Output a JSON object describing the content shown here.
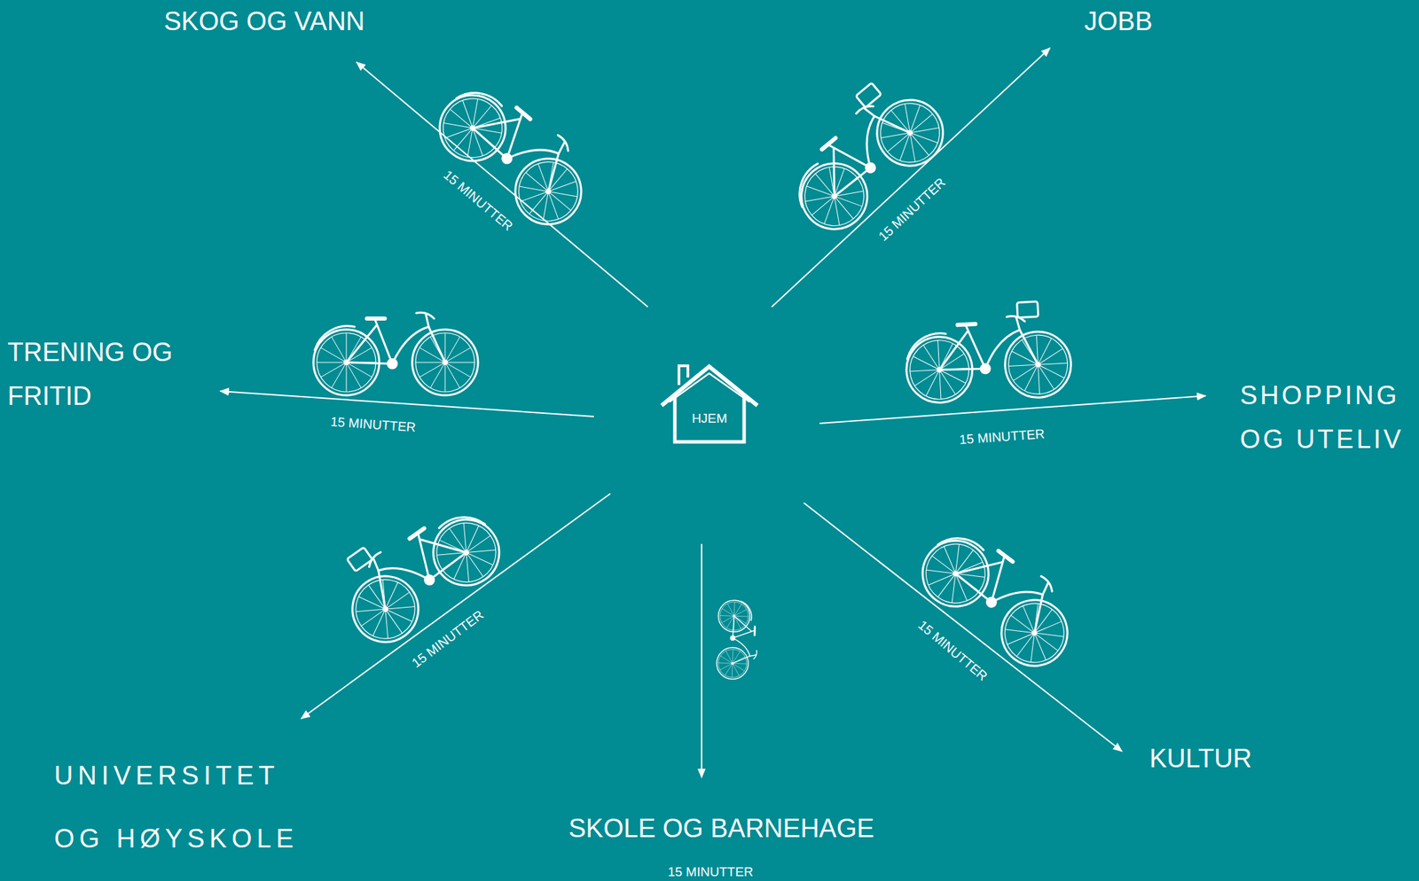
{
  "diagram": {
    "nodes": [
      {
        "text": [
          "SKOG OG VANN"
        ]
      },
      {
        "text": [
          "JOBB"
        ]
      },
      {
        "text": [
          "TRENING OG FRITID"
        ]
      },
      {
        "text": [
          "HJEM"
        ]
      },
      {
        "text": [
          "SHOPPING OG UTELIV"
        ]
      },
      {
        "text": [
          "UNIVERSITET OG HØYSKOLE"
        ]
      },
      {
        "text": [
          "KULTUR"
        ]
      },
      {
        "text": [
          "SKOLE OG BARNEHAGE"
        ]
      }
    ],
    "edges": [
      {
        "from": 3,
        "to": 0,
        "label": "15 MINUTTER",
        "arrow": "to"
      },
      {
        "from": 3,
        "to": 1,
        "label": "15 MINUTTER",
        "arrow": "to"
      },
      {
        "from": 3,
        "to": 2,
        "label": "15 MINUTTER",
        "arrow": "to"
      },
      {
        "from": 3,
        "to": 4,
        "label": "15 MINUTTER",
        "arrow": "to"
      },
      {
        "from": 3,
        "to": 5,
        "label": "15 MINUTTER",
        "arrow": "to"
      },
      {
        "from": 3,
        "to": 6,
        "label": "15 MINUTTER",
        "arrow": "to"
      },
      {
        "from": 3,
        "to": 7,
        "label": "15 MINUTTER",
        "arrow": "to"
      }
    ]
  }
}
